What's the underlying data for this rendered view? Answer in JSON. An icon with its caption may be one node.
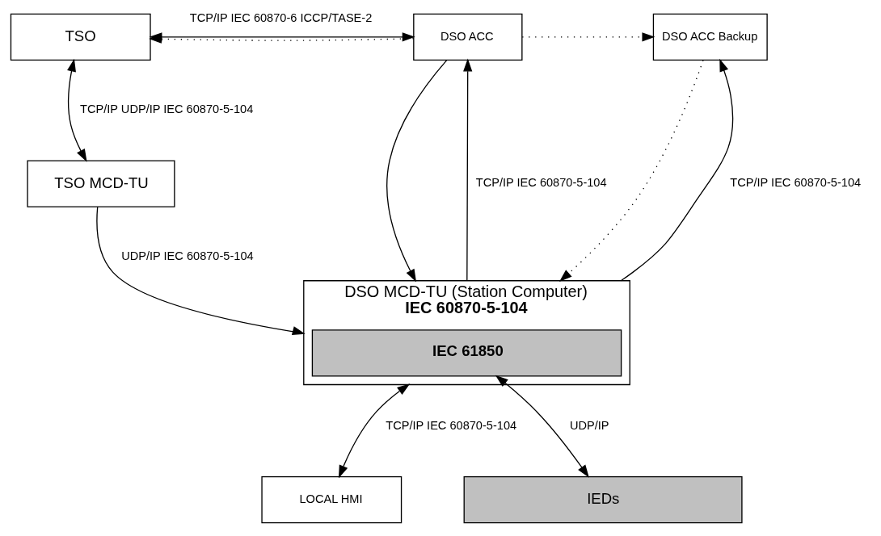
{
  "diagram": {
    "nodes": [
      {
        "text": [
          "TSO"
        ]
      },
      {
        "text": [
          "DSO ACC"
        ]
      },
      {
        "text": [
          "DSO ACC Backup"
        ]
      },
      {
        "text": [
          "TSO MCD-TU"
        ]
      },
      {
        "text": [
          "DSO MCD-TU (Station Computer)",
          "IEC 60870-5-104"
        ]
      },
      {
        "text": [
          "IEC 61850"
        ],
        "in": 4
      },
      {
        "text": [
          "LOCAL HMI"
        ]
      },
      {
        "text": [
          "IEDs"
        ]
      }
    ],
    "edges": [
      {
        "from": 1,
        "to": 0,
        "arrow": "to",
        "style": "dashed"
      },
      {
        "from": 0,
        "to": 1,
        "arrow": "both",
        "label": "TCP/IP IEC 60870-6 ICCP/TASE-2"
      },
      {
        "from": 1,
        "to": 2,
        "arrow": "to",
        "style": "dashed"
      },
      {
        "from": 3,
        "to": 0,
        "arrow": "both",
        "label": "TCP/IP UDP/IP IEC 60870-5-104"
      },
      {
        "from": 1,
        "to": 4,
        "arrow": "to"
      },
      {
        "from": 4,
        "to": 1,
        "arrow": "to",
        "label": "TCP/IP IEC 60870-5-104"
      },
      {
        "from": 2,
        "to": 4,
        "arrow": "to",
        "style": "dashed"
      },
      {
        "from": 4,
        "to": 2,
        "arrow": "to",
        "label": "TCP/IP IEC 60870-5-104"
      },
      {
        "from": 3,
        "to": 4,
        "arrow": "to",
        "label": "UDP/IP IEC 60870-5-104"
      },
      {
        "from": 6,
        "to": 4,
        "arrow": "both",
        "label": "TCP/IP IEC 60870-5-104"
      },
      {
        "from": 5,
        "to": 7,
        "arrow": "both",
        "label": "UDP/IP"
      }
    ]
  }
}
